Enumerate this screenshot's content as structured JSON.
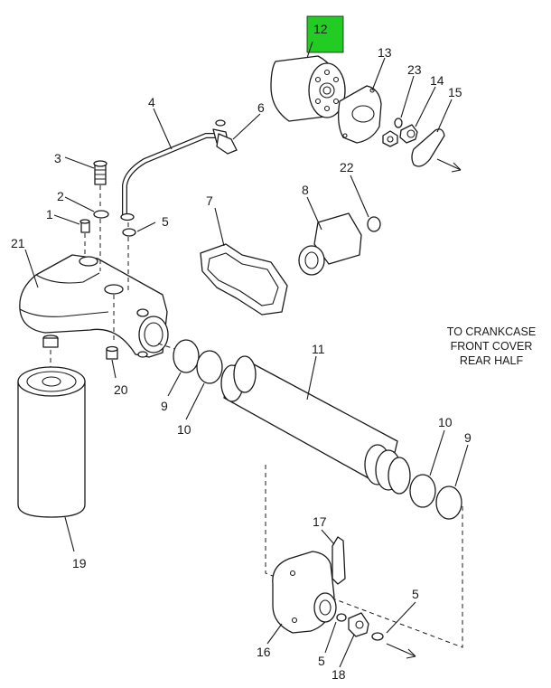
{
  "callouts": {
    "c1": "1",
    "c2": "2",
    "c3": "3",
    "c4": "4",
    "c5a": "5",
    "c5b": "5",
    "c5c": "5",
    "c6": "6",
    "c7": "7",
    "c8": "8",
    "c9a": "9",
    "c9b": "9",
    "c10a": "10",
    "c10b": "10",
    "c11": "11",
    "c12": "12",
    "c13": "13",
    "c14": "14",
    "c15": "15",
    "c16": "16",
    "c17": "17",
    "c18": "18",
    "c19": "19",
    "c20": "20",
    "c21": "21",
    "c22": "22",
    "c23": "23"
  },
  "note": {
    "line1": "TO CRANKCASE",
    "line2": "FRONT COVER",
    "line3": "REAR HALF"
  },
  "highlight": {
    "part": "12",
    "color": "#22cc22"
  }
}
